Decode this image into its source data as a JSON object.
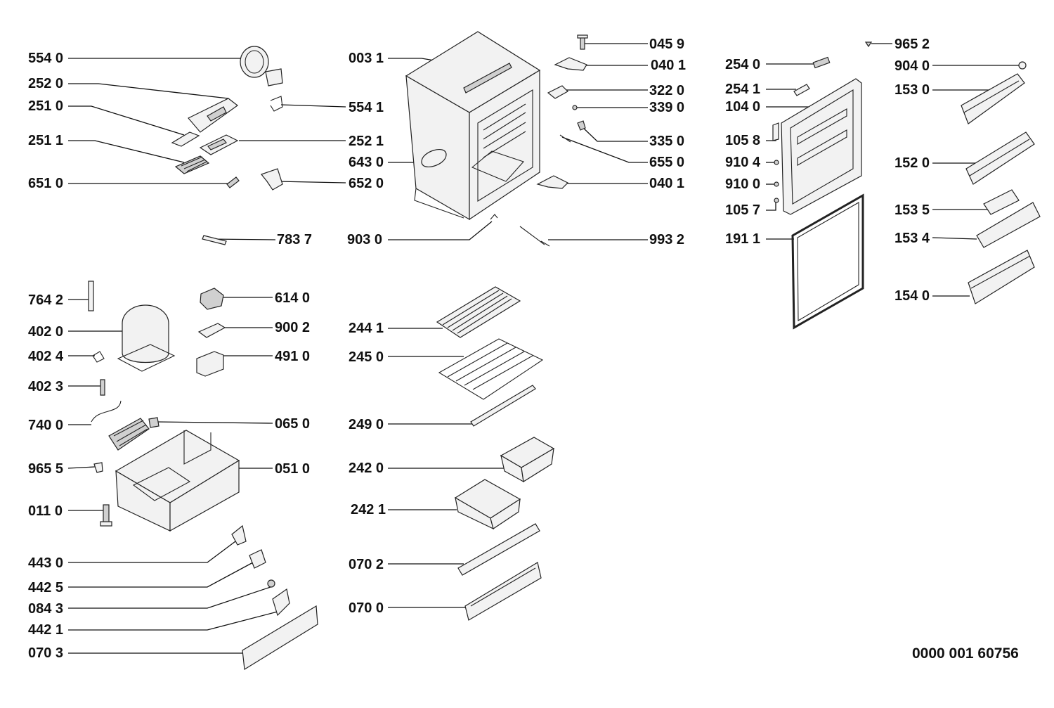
{
  "document_number": "0000 001 60756",
  "labels": {
    "p5540": "554 0",
    "p2520": "252 0",
    "p2510": "251 0",
    "p2511": "251 1",
    "p6510": "651 0",
    "p5541": "554 1",
    "p2521": "252 1",
    "p6520": "652 0",
    "p7837": "783 7",
    "p0031": "003 1",
    "p6430": "643 0",
    "p9030": "903 0",
    "p0459": "045 9",
    "p0401a": "040 1",
    "p3220": "322 0",
    "p3390": "339 0",
    "p3350": "335 0",
    "p6550": "655 0",
    "p0401b": "040 1",
    "p9932": "993 2",
    "p2540": "254 0",
    "p2541": "254 1",
    "p1040": "104 0",
    "p1058": "105 8",
    "p9104": "910 4",
    "p9100": "910 0",
    "p1057": "105 7",
    "p1911": "191 1",
    "p9652": "965 2",
    "p9040": "904 0",
    "p1530": "153 0",
    "p1520": "152 0",
    "p1535": "153 5",
    "p1534": "153 4",
    "p1540": "154 0",
    "p7642": "764 2",
    "p4020": "402 0",
    "p4024": "402 4",
    "p4023": "402 3",
    "p7400": "740 0",
    "p9655": "965 5",
    "p0110": "011 0",
    "p4430": "443 0",
    "p4425": "442 5",
    "p0843": "084 3",
    "p4421": "442 1",
    "p0703": "070 3",
    "p6140": "614 0",
    "p9002": "900 2",
    "p4910": "491 0",
    "p0650": "065 0",
    "p0510": "051 0",
    "p2441": "244 1",
    "p2450": "245 0",
    "p2490": "249 0",
    "p2420": "242 0",
    "p2421": "242 1",
    "p0702": "070 2",
    "p0700": "070 0"
  }
}
